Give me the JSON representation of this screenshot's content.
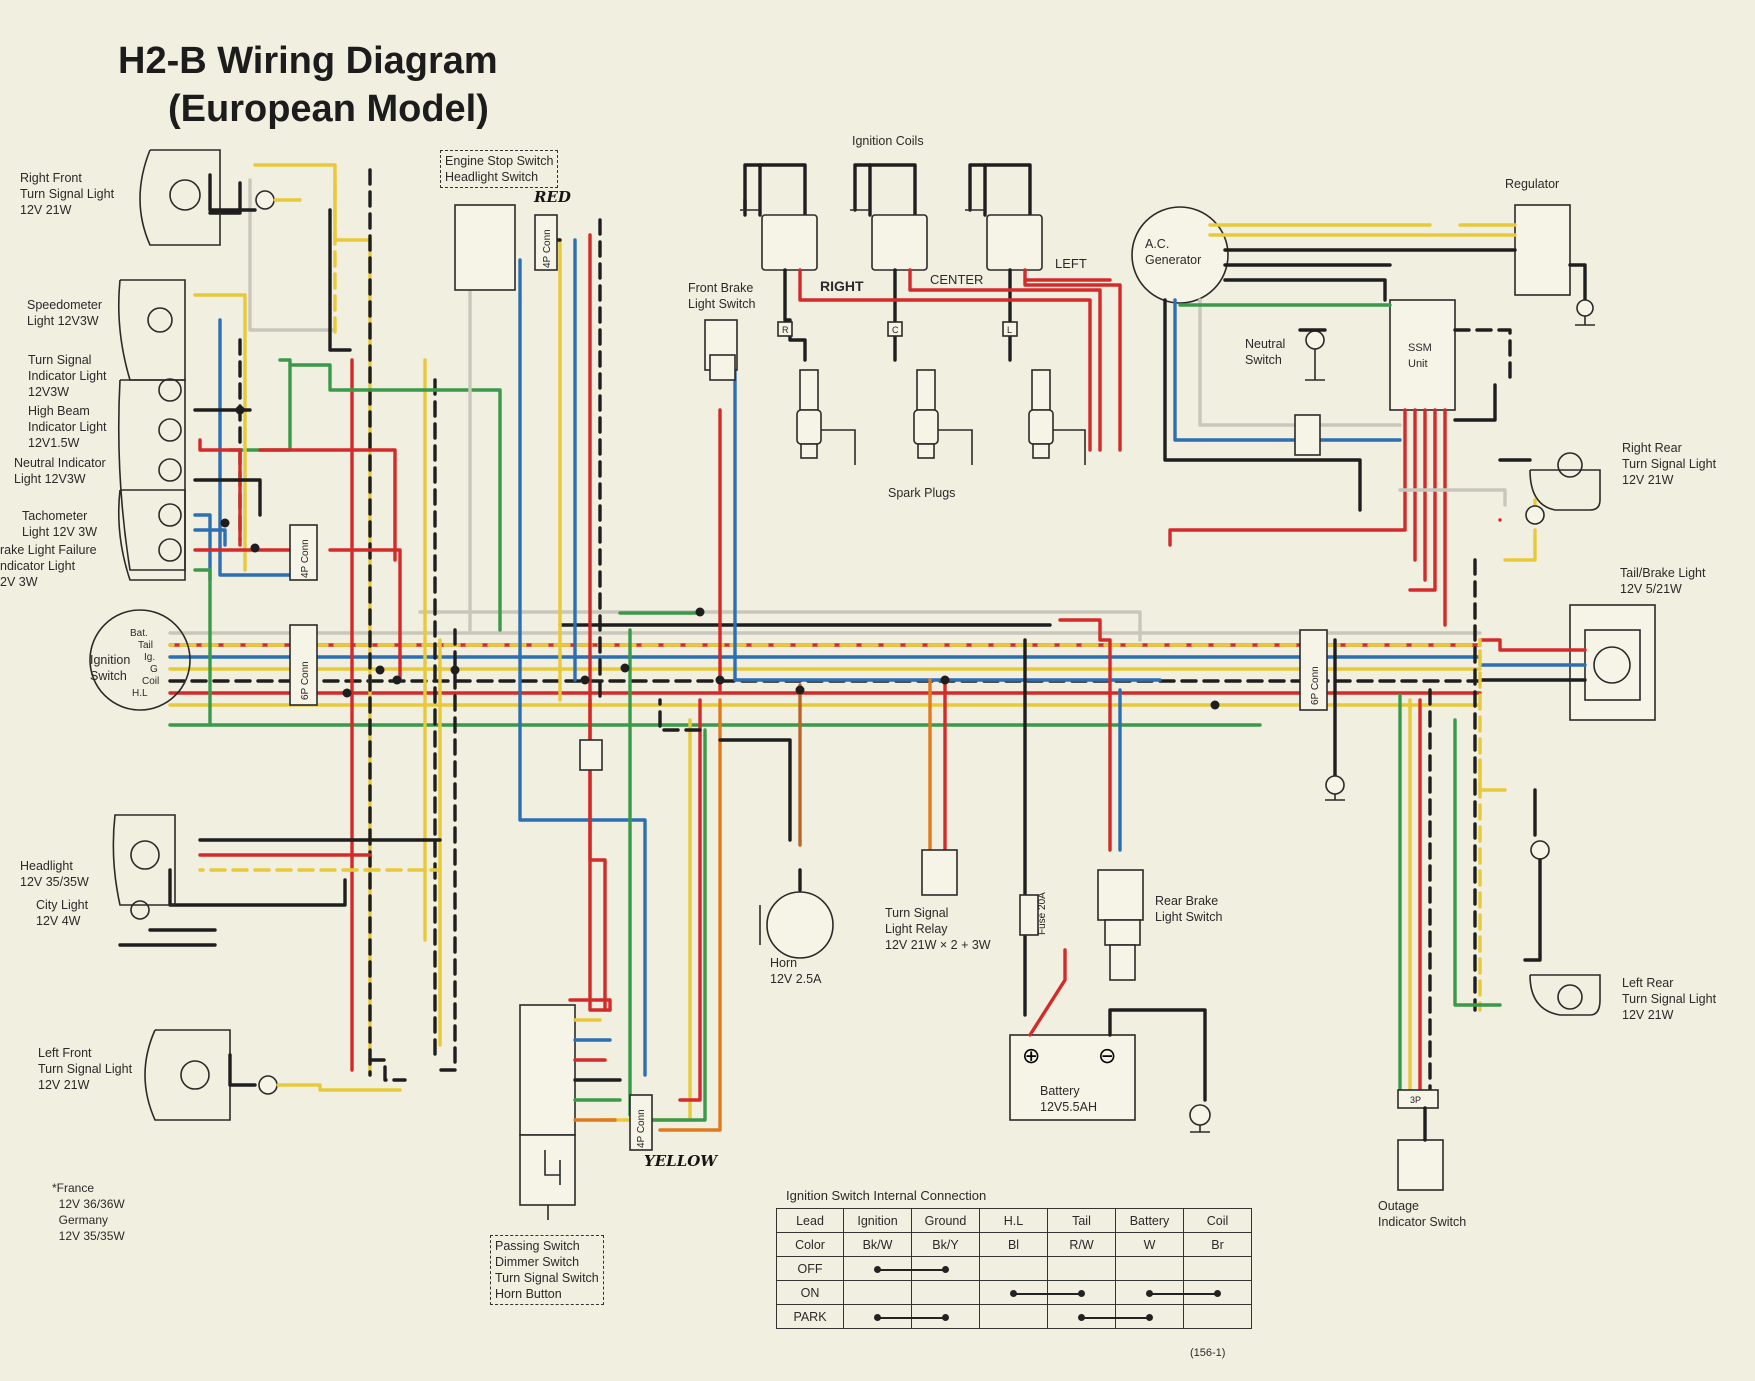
{
  "title": {
    "line1": "H2-B  Wiring Diagram",
    "line2": "(European Model)"
  },
  "components": {
    "rf_turn": "Right Front\nTurn Signal Light\n12V 21W",
    "speedo": "Speedometer\nLight 12V3W",
    "turn_ind": "Turn Signal\nIndicator Light\n12V3W",
    "high_beam": "High Beam\nIndicator Light\n12V1.5W",
    "neutral_ind": "Neutral Indicator\nLight 12V3W",
    "tacho": "Tachometer\nLight 12V 3W",
    "brake_fail": "rake Light Failure\nndicator Light\n2V 3W",
    "ignition_switch": "Ignition\nSwitch",
    "headlight": "Headlight\n12V 35/35W",
    "city_light": "City Light\n12V 4W",
    "lf_turn": "Left Front\nTurn Signal Light\n12V 21W",
    "france_note": "*France\n  12V 36/36W\n  Germany\n  12V 35/35W",
    "engine_stop": "Engine Stop Switch\nHeadlight Switch",
    "handlebar_switch": "Passing Switch\nDimmer Switch\nTurn Signal Switch\nHorn Button",
    "ignition_coils": "Ignition Coils",
    "coil_right": "RIGHT",
    "coil_center": "CENTER",
    "coil_left": "LEFT",
    "front_brake": "Front Brake\nLight Switch",
    "spark_plugs": "Spark Plugs",
    "horn": "Horn\n12V 2.5A",
    "relay": "Turn Signal\nLight Relay\n12V 21W × 2 + 3W",
    "fuse": "Fuse 20A",
    "battery": "Battery\n12V5.5AH",
    "rear_brake": "Rear Brake\nLight Switch",
    "ac_generator": "A.C.\nGenerator",
    "neutral_switch": "Neutral\nSwitch",
    "ssm_unit": "SSM\nUnit",
    "regulator": "Regulator",
    "rr_turn": "Right Rear\nTurn Signal Light\n12V 21W",
    "tail_brake": "Tail/Brake Light\n12V 5/21W",
    "lr_turn": "Left Rear\nTurn Signal Light\n12V 21W",
    "outage": "Outage\nIndicator Switch",
    "page_code": "(156-1)"
  },
  "ignition_terminals": [
    "Bat.",
    "Tail",
    "Ig.",
    "G",
    "Coil",
    "H.L"
  ],
  "connector_labels": {
    "c4p": "4P Conn",
    "c6p": "6P Conn",
    "c3p": "3P",
    "coil_r": "R",
    "coil_c": "C",
    "coil_l": "L"
  },
  "handwritten": {
    "red": "RED",
    "yellow": "YELLOW"
  },
  "table": {
    "title": "Ignition Switch Internal Connection",
    "header": [
      "Lead",
      "Ignition",
      "Ground",
      "H.L",
      "Tail",
      "Battery",
      "Coil"
    ],
    "color_row": [
      "Color",
      "Bk/W",
      "Bk/Y",
      "Bl",
      "R/W",
      "W",
      "Br"
    ],
    "positions": [
      "OFF",
      "ON",
      "PARK"
    ],
    "connections": {
      "OFF": [
        [
          1,
          2
        ]
      ],
      "ON": [
        [
          3,
          4
        ],
        [
          5,
          6
        ]
      ],
      "PARK": [
        [
          1,
          2
        ],
        [
          4,
          5
        ]
      ]
    }
  },
  "wire_colors": {
    "red": "#d32a2a",
    "yellow": "#e8c93a",
    "blue": "#2d6fb3",
    "green": "#3a9a4a",
    "black": "#1e1e1e",
    "white": "#c9c7bc",
    "brown": "#b8652a",
    "orange": "#e07a1f"
  }
}
